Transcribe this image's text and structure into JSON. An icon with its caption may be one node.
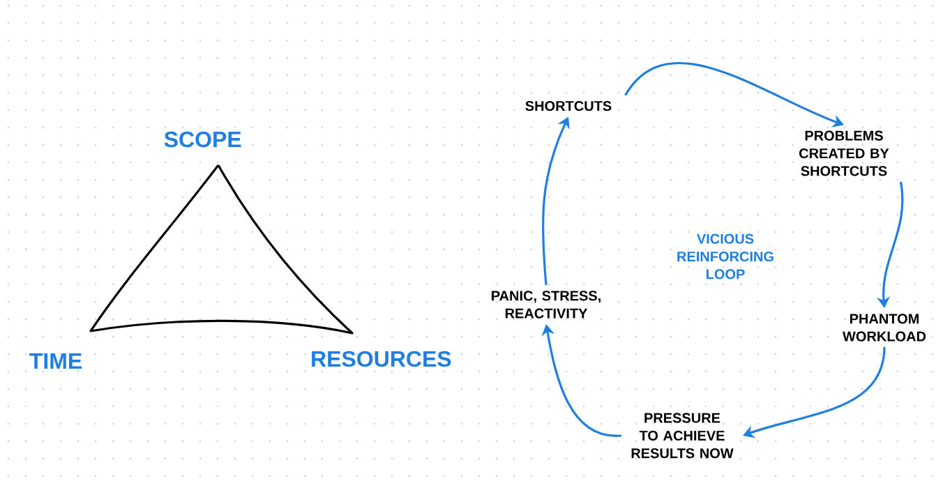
{
  "diagram": {
    "nodes": [
      {
        "text": [
          "SHORTCUTS"
        ]
      },
      {
        "text": [
          "PROBLEMS CREATED BY SHORTCUTS"
        ]
      },
      {
        "text": [
          "PHANTOM WORKLOAD"
        ]
      },
      {
        "text": [
          "PRESSURE TO ACHIEVE RESULTS NOW"
        ]
      },
      {
        "text": [
          "PANIC, STRESS, REACTIVITY"
        ]
      }
    ],
    "edges": [
      {
        "from": 0,
        "to": 1,
        "arrow": "to"
      },
      {
        "from": 1,
        "to": 2,
        "arrow": "to"
      },
      {
        "from": 2,
        "to": 3,
        "arrow": "to"
      },
      {
        "from": 3,
        "to": 4,
        "arrow": "to"
      },
      {
        "from": 4,
        "to": 0,
        "arrow": "to"
      }
    ],
    "labels": [
      "SCOPE",
      "VICIOUS REINFORCING LOOP",
      "TIME",
      "RESOURCES"
    ]
  }
}
